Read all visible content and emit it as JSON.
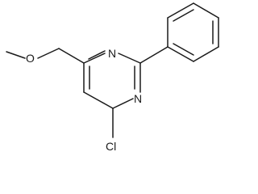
{
  "molecule": {
    "atoms": {
      "n_upper": "N",
      "n_lower": "N",
      "oxygen": "O",
      "chlorine": "Cl"
    },
    "colors": {
      "ink": "#1a1a1a",
      "background": "#ffffff"
    }
  }
}
